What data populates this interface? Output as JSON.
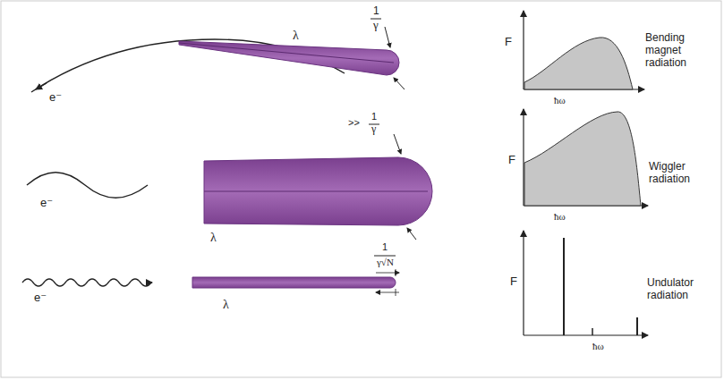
{
  "diagram": {
    "labels": [
      "1",
      "γ",
      "λ",
      "e⁻",
      "F",
      "ħω",
      "Bending magnet radiation",
      ">>",
      "1",
      "γ",
      "λ",
      "e⁻",
      "F",
      "ħω",
      "Wiggler radiation",
      "1",
      "γ√N",
      "λ",
      "e⁻",
      "F",
      "ħω",
      "Undulator radiation"
    ]
  }
}
